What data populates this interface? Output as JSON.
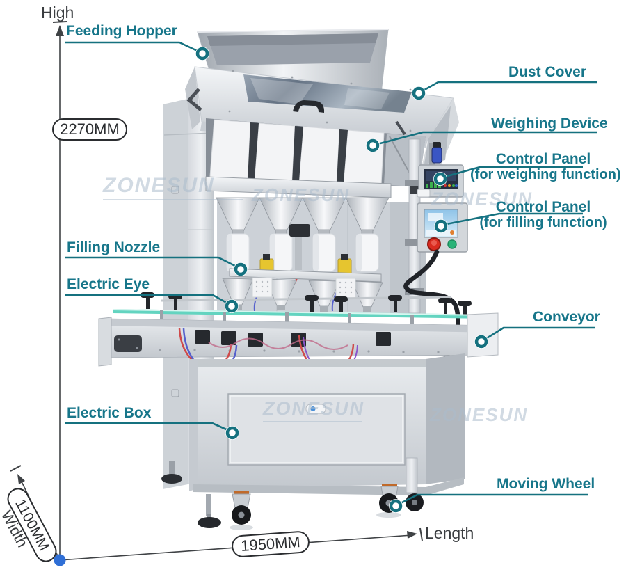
{
  "brand": {
    "watermark": "ZONESUN"
  },
  "colors": {
    "label_teal": "#17768a",
    "callout_line": "#15717f",
    "dimension_line": "#3f4245",
    "origin_dot": "#2f6fd6",
    "conveyor_rail": "#63d4c0",
    "watermark": "#abbbcc"
  },
  "dimensions": {
    "height": {
      "axis": "High",
      "value": "2270MM"
    },
    "length": {
      "axis": "Length",
      "value": "1950MM"
    },
    "width": {
      "axis": "Width",
      "value": "1100MM"
    }
  },
  "callouts": [
    {
      "id": "feeding-hopper",
      "label": "Feeding Hopper"
    },
    {
      "id": "dust-cover",
      "label": "Dust Cover"
    },
    {
      "id": "weighing-device",
      "label": "Weighing Device"
    },
    {
      "id": "control-panel-weighing",
      "label": "Control Panel",
      "sub": "(for weighing function)"
    },
    {
      "id": "control-panel-filling",
      "label": "Control Panel",
      "sub": "(for filling function)"
    },
    {
      "id": "filling-nozzle",
      "label": "Filling Nozzle"
    },
    {
      "id": "electric-eye",
      "label": "Electric Eye"
    },
    {
      "id": "conveyor",
      "label": "Conveyor"
    },
    {
      "id": "electric-box",
      "label": "Electric Box"
    },
    {
      "id": "moving-wheel",
      "label": "Moving Wheel"
    }
  ]
}
